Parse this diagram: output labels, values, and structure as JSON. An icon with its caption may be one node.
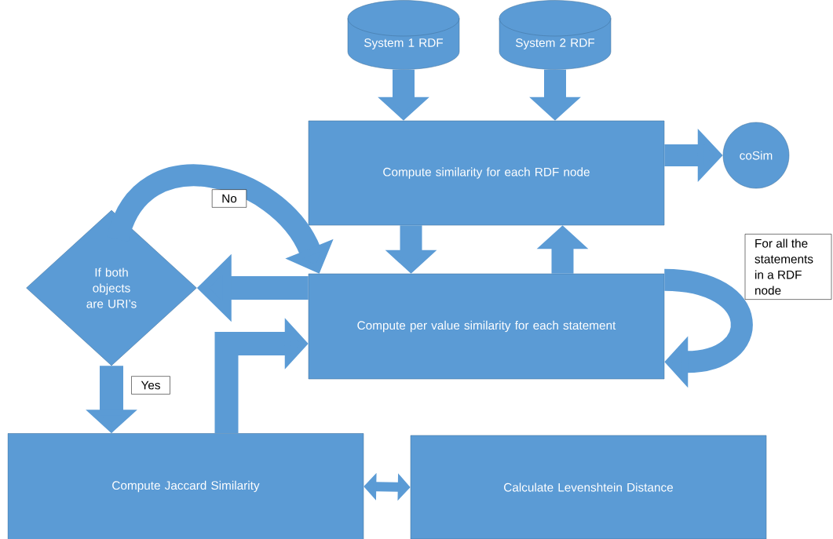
{
  "diagram": {
    "nodes": [
      {
        "text": [
          "System 1 RDF"
        ]
      },
      {
        "text": [
          "System 2 RDF"
        ]
      },
      {
        "text": [
          "Compute similarity for each RDF node"
        ]
      },
      {
        "text": [
          "coSim"
        ]
      },
      {
        "text": [
          "If both objects are URI’s"
        ]
      },
      {
        "text": [
          "Compute per value similarity for each statement"
        ]
      },
      {
        "text": [
          "Compute Jaccard Similarity"
        ]
      },
      {
        "text": [
          "Calculate Levenshtein Distance"
        ]
      }
    ],
    "edges": [
      {
        "from": 0,
        "to": 2,
        "arrow": "to"
      },
      {
        "from": 1,
        "to": 2,
        "arrow": "to"
      },
      {
        "from": 2,
        "to": 3,
        "arrow": "to"
      },
      {
        "from": 2,
        "to": 5,
        "arrow": "to"
      },
      {
        "from": 5,
        "to": 2,
        "arrow": "to"
      },
      {
        "from": 5,
        "to": 4,
        "arrow": "to"
      },
      {
        "from": 4,
        "to": 5,
        "arrow": "to",
        "label": "No"
      },
      {
        "from": 4,
        "to": 6,
        "arrow": "to",
        "label": "Yes"
      },
      {
        "from": 6,
        "to": 5,
        "arrow": "to"
      },
      {
        "from": 6,
        "to": 7,
        "arrow": "both"
      },
      {
        "from": 5,
        "to": 5,
        "arrow": "to",
        "label": "For all the statements in a RDF node"
      }
    ]
  }
}
